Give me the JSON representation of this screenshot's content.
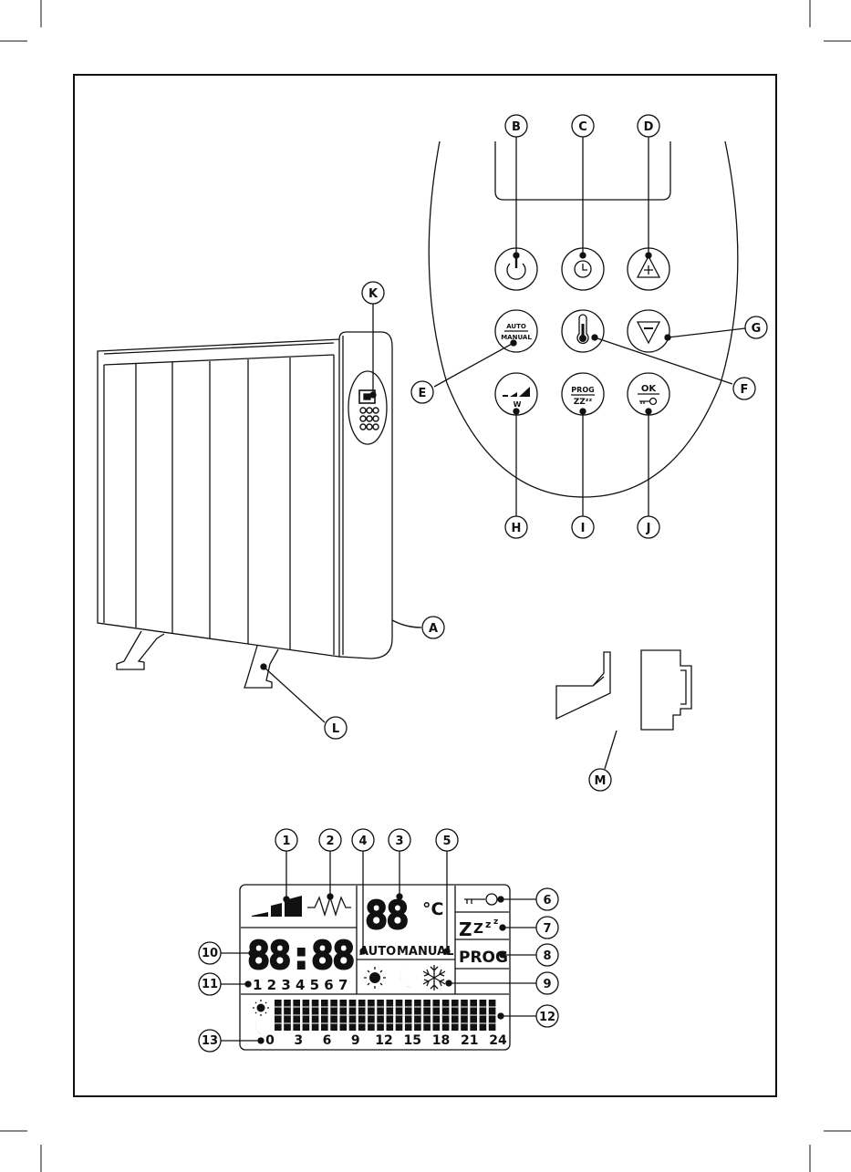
{
  "callouts": {
    "A": "A",
    "B": "B",
    "C": "C",
    "D": "D",
    "E": "E",
    "F": "F",
    "G": "G",
    "H": "H",
    "I": "I",
    "J": "J",
    "K": "K",
    "L": "L",
    "M": "M",
    "n1": "1",
    "n2": "2",
    "n3": "3",
    "n4": "4",
    "n5": "5",
    "n6": "6",
    "n7": "7",
    "n8": "8",
    "n9": "9",
    "n10": "10",
    "n11": "11",
    "n12": "12",
    "n13": "13"
  },
  "buttons": {
    "auto": "AUTO",
    "manual": "MANUAL",
    "power_level": "W",
    "prog": "PROG",
    "sleep": "ZZᶻᶻ",
    "ok": "OK"
  },
  "lcd": {
    "temp_digits": "88",
    "temp_unit": "°C",
    "clock": "88:88",
    "mode_auto": "AUTO",
    "mode_manual": "MANUAL",
    "days": "1 2 3 4 5 6 7",
    "sleep": "Z Z z z",
    "prog": "PROG",
    "hours": [
      "0",
      "3",
      "6",
      "9",
      "12",
      "15",
      "18",
      "21",
      "24"
    ]
  }
}
